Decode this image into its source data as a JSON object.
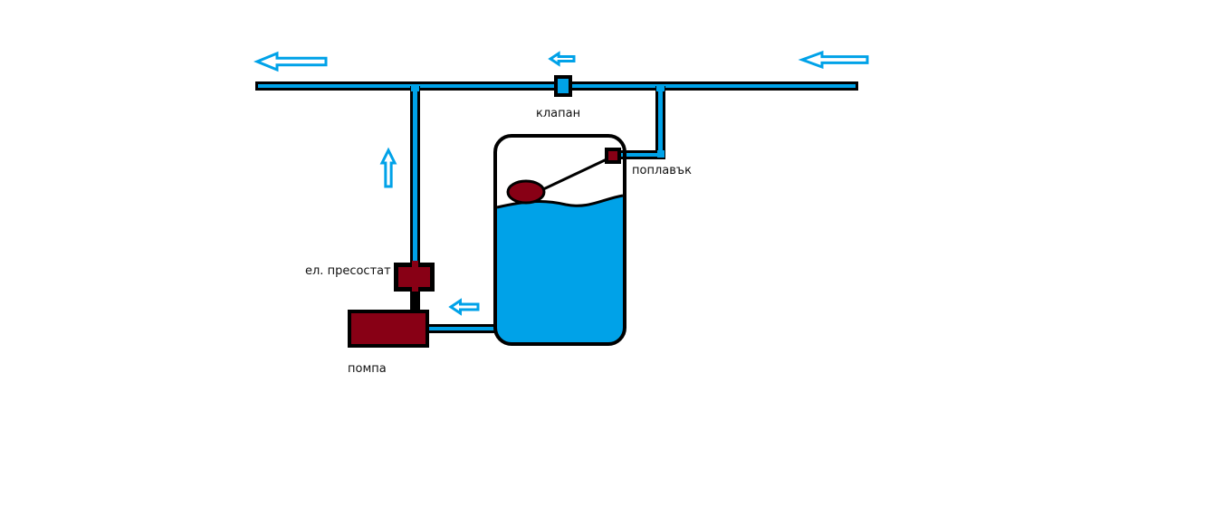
{
  "labels": {
    "valve": "клапан",
    "float": "поплавък",
    "pressure_switch": "ел. пресостат",
    "pump": "помпа"
  },
  "colors": {
    "pipe": "#00a2e8",
    "outline": "#000000",
    "component": "#880015",
    "water": "#00a2e8",
    "arrow": "#00a2e8"
  },
  "flow_arrows": [
    {
      "direction": "left"
    },
    {
      "direction": "left"
    },
    {
      "direction": "left"
    },
    {
      "direction": "up"
    },
    {
      "direction": "left"
    }
  ]
}
